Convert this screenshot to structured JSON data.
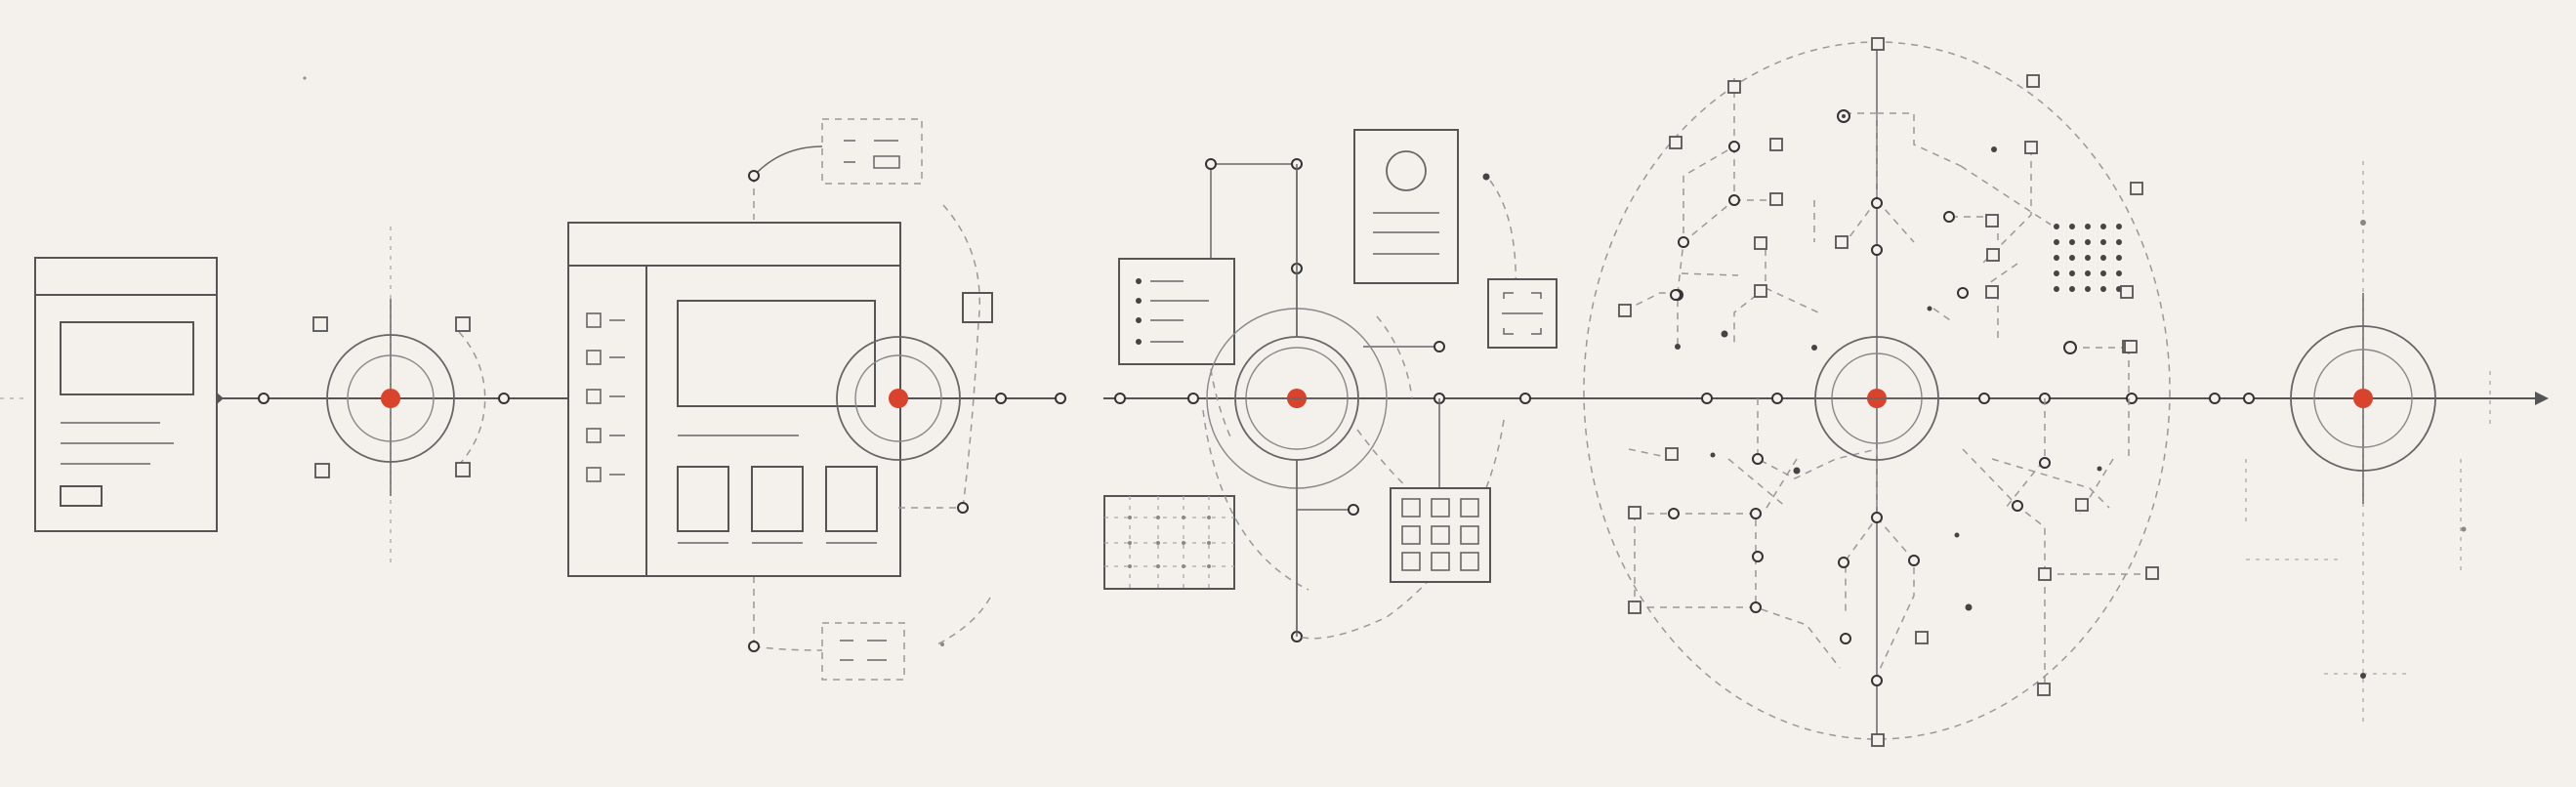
{
  "colors": {
    "background": "#f4f0ec",
    "stroke": "#555555",
    "accent": "#d9432b"
  },
  "stages": [
    {
      "name": "document"
    },
    {
      "name": "focus-1"
    },
    {
      "name": "dashboard"
    },
    {
      "name": "focus-2"
    },
    {
      "name": "components"
    },
    {
      "name": "focus-3"
    },
    {
      "name": "network"
    },
    {
      "name": "focus-4"
    }
  ]
}
